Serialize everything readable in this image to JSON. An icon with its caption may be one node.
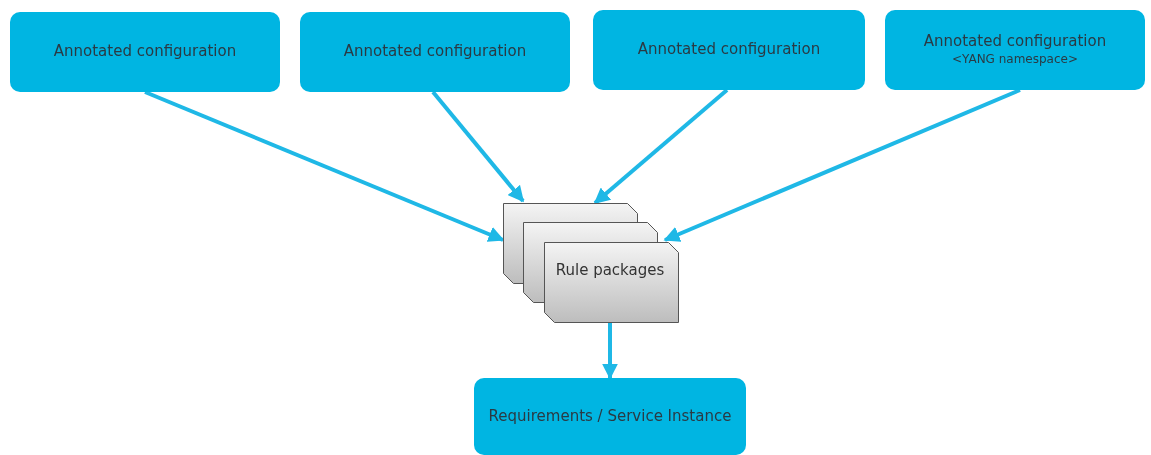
{
  "diagram": {
    "nodes": [
      {
        "text": [
          "Annotated configuration"
        ]
      },
      {
        "text": [
          "Annotated configuration"
        ]
      },
      {
        "text": [
          "Annotated configuration"
        ]
      },
      {
        "text": [
          "Annotated configuration",
          "<YANG namespace>"
        ]
      },
      {
        "text": [
          "Rule packages"
        ]
      },
      {
        "text": [
          "Requirements / Service Instance"
        ]
      }
    ],
    "edges": [
      {
        "from": 0,
        "to": 4,
        "arrow": "to"
      },
      {
        "from": 1,
        "to": 4,
        "arrow": "to"
      },
      {
        "from": 2,
        "to": 4,
        "arrow": "to"
      },
      {
        "from": 3,
        "to": 4,
        "arrow": "to"
      },
      {
        "from": 4,
        "to": 5,
        "arrow": "to"
      }
    ]
  }
}
